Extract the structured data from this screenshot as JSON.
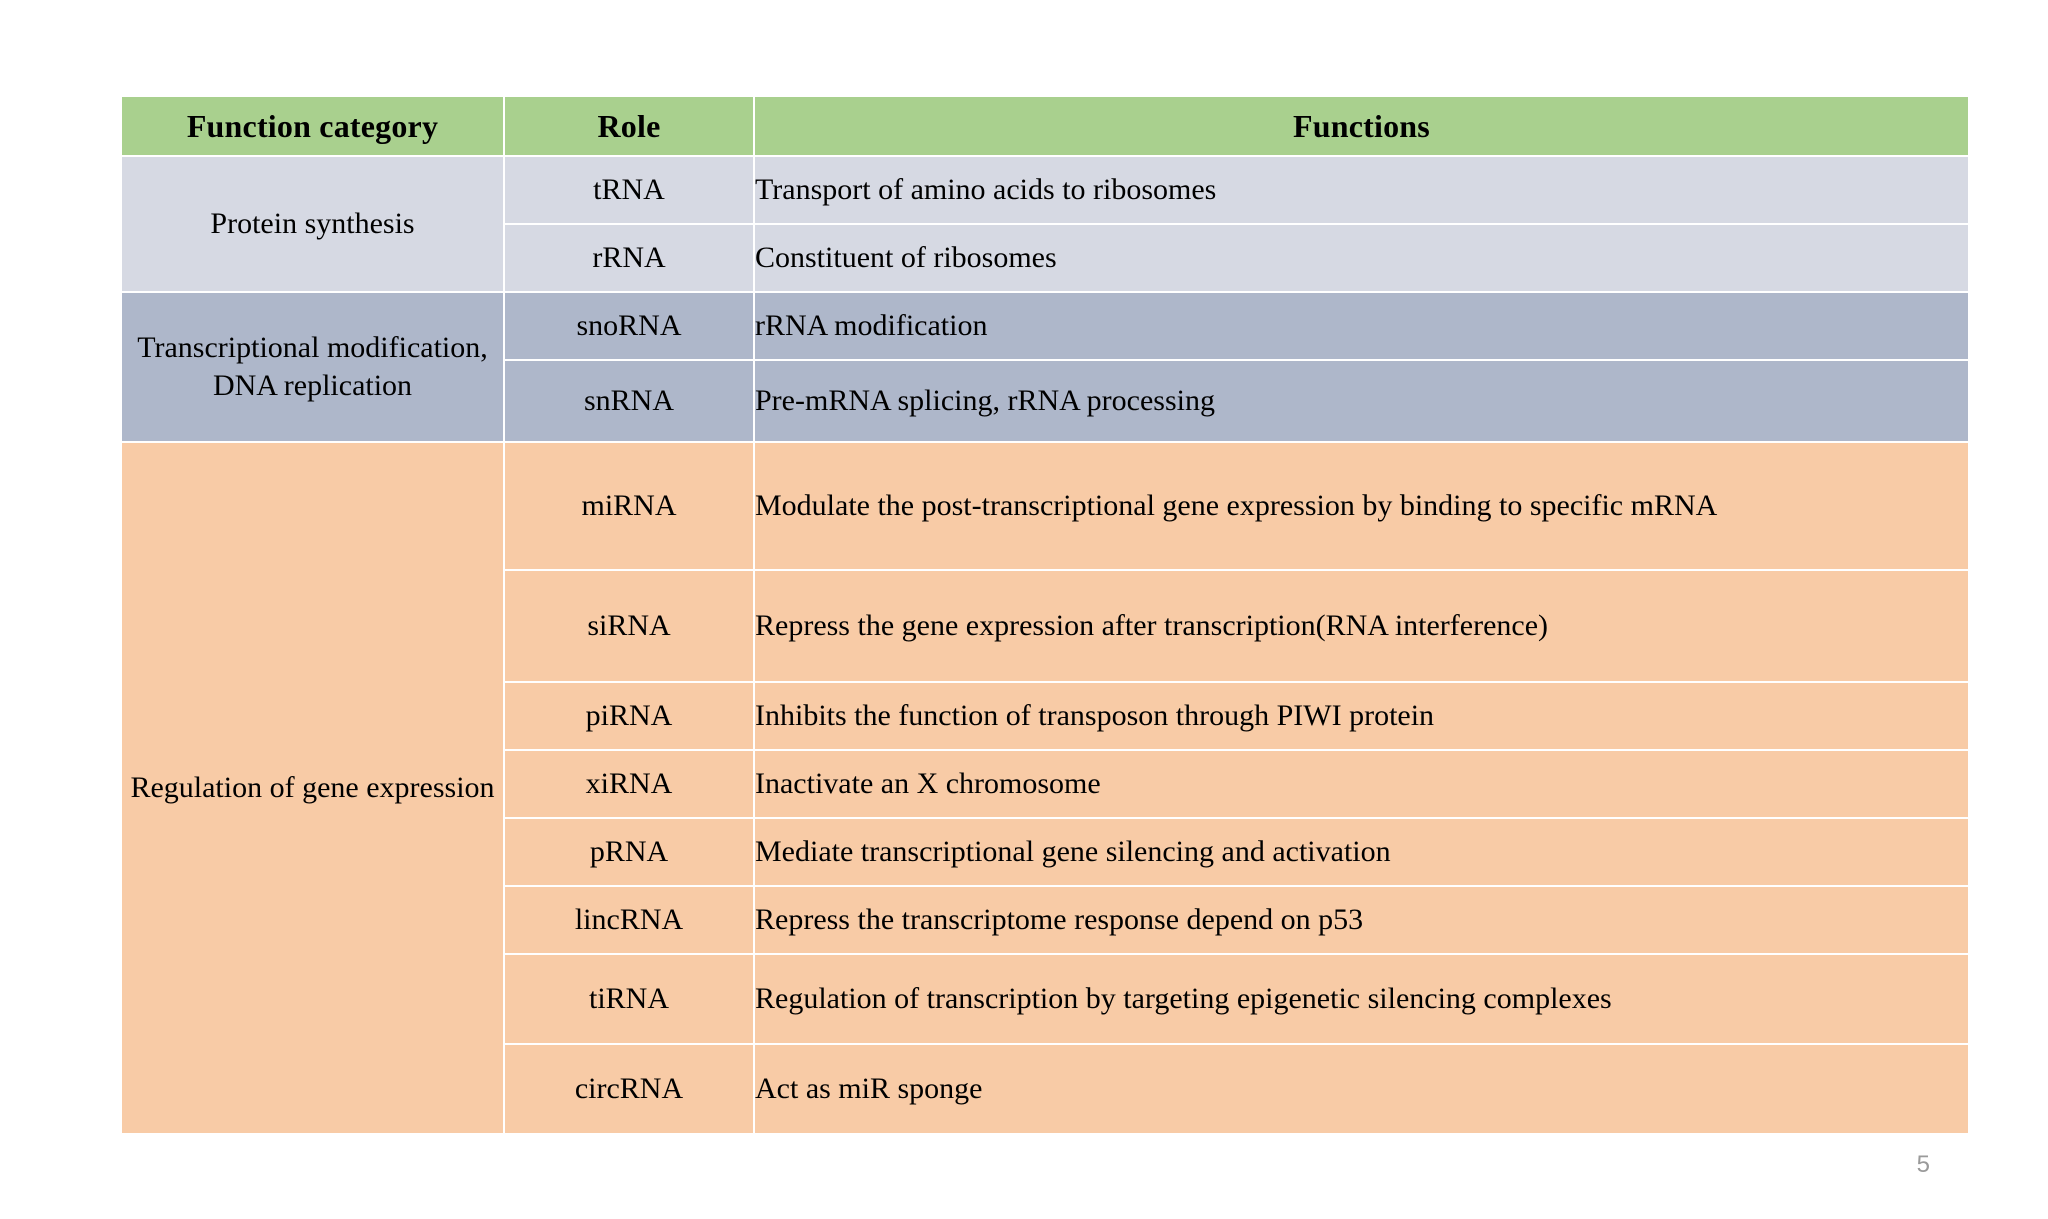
{
  "slide": {
    "page_number": "5",
    "colors": {
      "header_green": "#a9d08e",
      "section_protein": "#d6d9e3",
      "section_transcription": "#aeb7ca",
      "section_regulation": "#f8cba6",
      "grid_line": "#ffffff",
      "text": "#000000",
      "page_number_text": "#9a9a9a"
    }
  },
  "table": {
    "headers": {
      "category": "Function category",
      "role": "Role",
      "functions": "Functions"
    },
    "sections": [
      {
        "category": "Protein synthesis",
        "rows": [
          {
            "role": "tRNA",
            "function": "Transport of amino acids to ribosomes"
          },
          {
            "role": "rRNA",
            "function": "Constituent of ribosomes"
          }
        ]
      },
      {
        "category": "Transcriptional modification, DNA replication",
        "rows": [
          {
            "role": "snoRNA",
            "function": "rRNA modification"
          },
          {
            "role": "snRNA",
            "function": "Pre-mRNA splicing, rRNA processing"
          }
        ]
      },
      {
        "category": "Regulation of gene expression",
        "rows": [
          {
            "role": "miRNA",
            "function": "Modulate the post-transcriptional gene expression by binding to specific mRNA"
          },
          {
            "role": "siRNA",
            "function": "Repress the gene expression after transcription(RNA interference)"
          },
          {
            "role": "piRNA",
            "function": "Inhibits the function of transposon through PIWI protein"
          },
          {
            "role": "xiRNA",
            "function": "Inactivate an X chromosome"
          },
          {
            "role": "pRNA",
            "function": "Mediate transcriptional gene silencing and activation"
          },
          {
            "role": "lincRNA",
            "function": "Repress the transcriptome response depend on p53"
          },
          {
            "role": "tiRNA",
            "function": "Regulation of transcription by targeting epigenetic silencing complexes"
          },
          {
            "role": "circRNA",
            "function": "Act as miR sponge"
          }
        ]
      }
    ]
  }
}
